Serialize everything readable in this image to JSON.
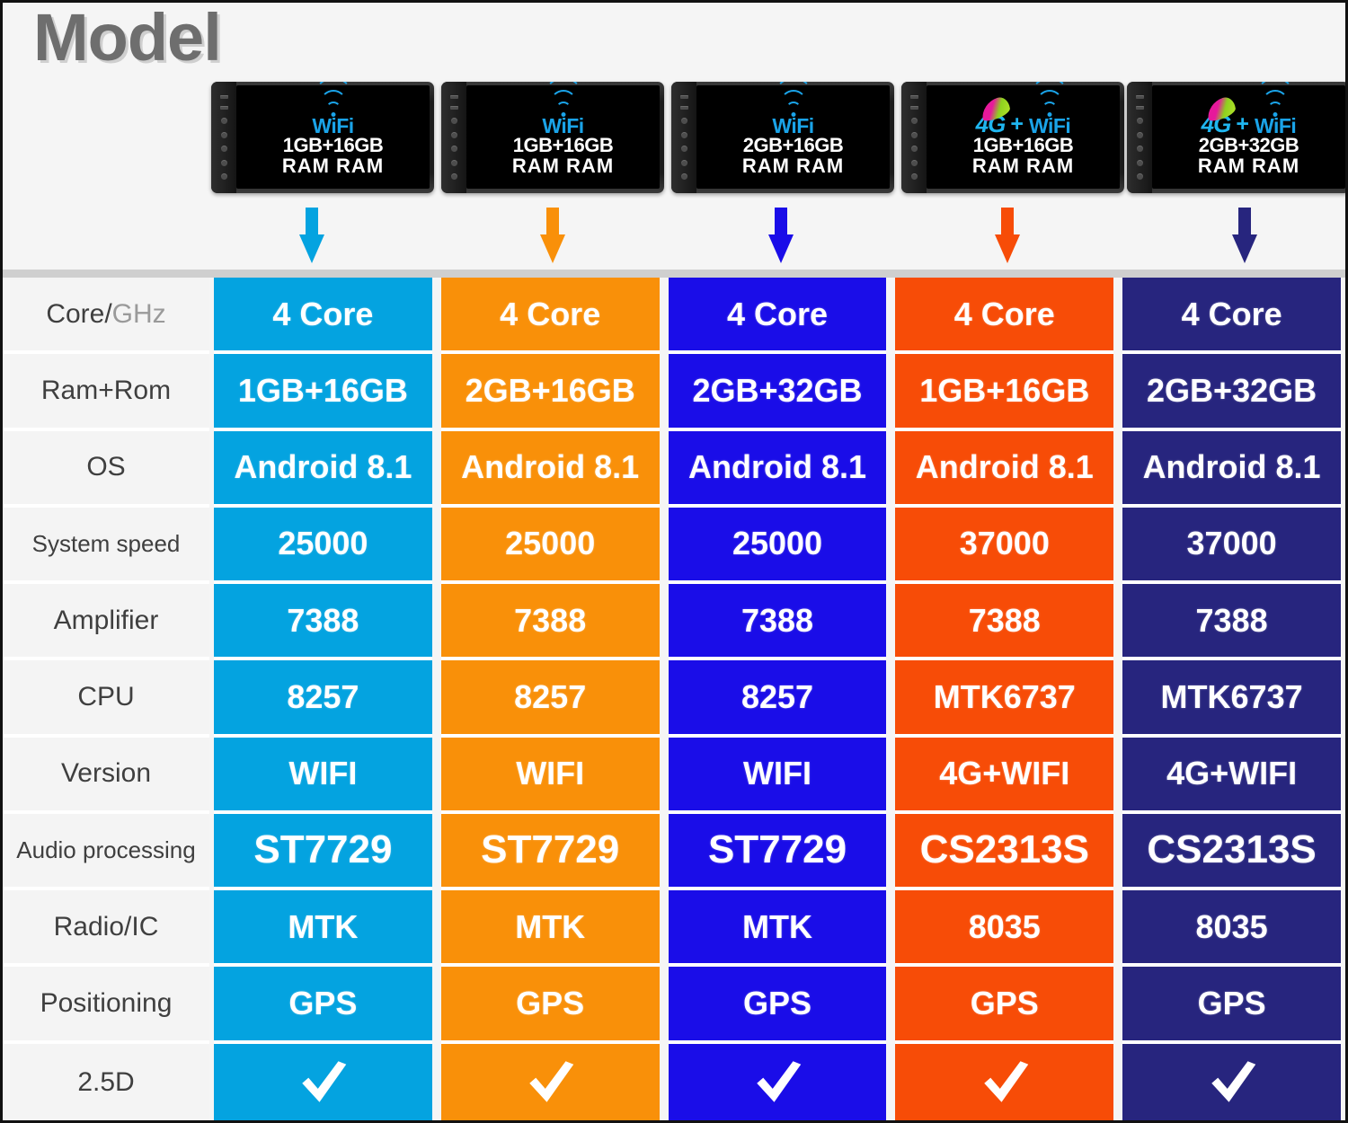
{
  "header": {
    "title": "Model"
  },
  "devices": [
    {
      "badge": "wifi",
      "wifi_label": "WiFi",
      "mem": "1GB+16GB",
      "ram": "RAM  RAM",
      "arrow_color": "#04A3E0",
      "name": "device-wifi-1gb-16gb"
    },
    {
      "badge": "wifi",
      "wifi_label": "WiFi",
      "mem": "1GB+16GB",
      "ram": "RAM  RAM",
      "arrow_color": "#F99009",
      "name": "device-wifi-1gb-16gb-b"
    },
    {
      "badge": "wifi",
      "wifi_label": "WiFi",
      "mem": "2GB+16GB",
      "ram": "RAM  RAM",
      "arrow_color": "#1A0DE8",
      "name": "device-wifi-2gb-16gb"
    },
    {
      "badge": "4g-wifi",
      "fourg_label": "4G",
      "plus": "+",
      "wifi_label": "WiFi",
      "mem": "1GB+16GB",
      "ram": "RAM  RAM",
      "arrow_color": "#F74C07",
      "name": "device-4g-wifi-1gb-16gb"
    },
    {
      "badge": "4g-wifi",
      "fourg_label": "4G",
      "plus": "+",
      "wifi_label": "WiFi",
      "mem": "2GB+32GB",
      "ram": "RAM  RAM",
      "arrow_color": "#27257E",
      "name": "device-4g-wifi-2gb-32gb"
    }
  ],
  "column_colors": [
    "#04A3E0",
    "#F99009",
    "#1A0DE8",
    "#F74C07",
    "#27257E"
  ],
  "table": {
    "rows": [
      {
        "label": "Core/",
        "label_dim": "GHz",
        "key": "core",
        "size": "md",
        "values": [
          "4 Core",
          "4 Core",
          "4 Core",
          "4 Core",
          "4 Core"
        ]
      },
      {
        "label": "Ram+Rom",
        "key": "ram_rom",
        "size": "md",
        "values": [
          "1GB+16GB",
          "2GB+16GB",
          "2GB+32GB",
          "1GB+16GB",
          "2GB+32GB"
        ]
      },
      {
        "label": "OS",
        "key": "os",
        "size": "md",
        "values": [
          "Android 8.1",
          "Android 8.1",
          "Android 8.1",
          "Android 8.1",
          "Android 8.1"
        ]
      },
      {
        "label": "System speed",
        "key": "system_speed",
        "size": "small",
        "values": [
          "25000",
          "25000",
          "25000",
          "37000",
          "37000"
        ]
      },
      {
        "label": "Amplifier",
        "key": "amplifier",
        "size": "md",
        "values": [
          "7388",
          "7388",
          "7388",
          "7388",
          "7388"
        ]
      },
      {
        "label": "CPU",
        "key": "cpu",
        "size": "md",
        "values": [
          "8257",
          "8257",
          "8257",
          "MTK6737",
          "MTK6737"
        ]
      },
      {
        "label": "Version",
        "key": "version",
        "size": "md",
        "values": [
          "WIFI",
          "WIFI",
          "WIFI",
          "4G+WIFI",
          "4G+WIFI"
        ]
      },
      {
        "label": "Audio processing",
        "key": "audio_processing",
        "size": "small",
        "big": true,
        "values": [
          "ST7729",
          "ST7729",
          "ST7729",
          "CS2313S",
          "CS2313S"
        ]
      },
      {
        "label": "Radio/IC",
        "key": "radio_ic",
        "size": "md",
        "values": [
          "MTK",
          "MTK",
          "MTK",
          "8035",
          "8035"
        ]
      },
      {
        "label": "Positioning",
        "key": "positioning",
        "size": "md",
        "values": [
          "GPS",
          "GPS",
          "GPS",
          "GPS",
          "GPS"
        ]
      },
      {
        "label": "2.5D",
        "key": "two_five_d",
        "size": "md",
        "check": true,
        "values": [
          "check",
          "check",
          "check",
          "check",
          "check"
        ]
      }
    ]
  },
  "icons": {
    "wifi": "wifi-icon",
    "fourg": "4g-icon",
    "check": "checkmark-icon",
    "arrow": "down-arrow-icon"
  }
}
